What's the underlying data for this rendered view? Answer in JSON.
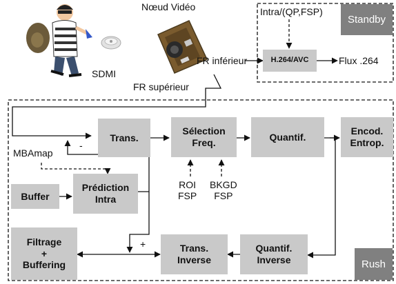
{
  "top": {
    "node_label": "Nœud Vidéo",
    "sdmi_label": "SDMI",
    "fr_inferior": "FR inférieur",
    "fr_superior": "FR supérieur",
    "intra_qp": "Intra/(QP,FSP)",
    "h264": "H.264/AVC",
    "flux": "Flux .264",
    "standby": "Standby"
  },
  "blocks": {
    "trans": "Trans.",
    "selection": "Sélection\nFreq.",
    "quantif": "Quantif.",
    "encod": "Encod.\nEntrop.",
    "buffer": "Buffer",
    "prediction": "Prédiction\nIntra",
    "filtrage": "Filtrage\n+\nBuffering",
    "trans_inverse": "Trans.\nInverse",
    "quantif_inverse": "Quantif.\nInverse"
  },
  "labels": {
    "mbamap": "MBAmap",
    "minus": "-",
    "plus": "+",
    "roi": "ROI\nFSP",
    "bkgd": "BKGD\nFSP",
    "rush": "Rush"
  },
  "colors": {
    "block_fill": "#c9c9c9",
    "tag_fill": "#808080"
  }
}
